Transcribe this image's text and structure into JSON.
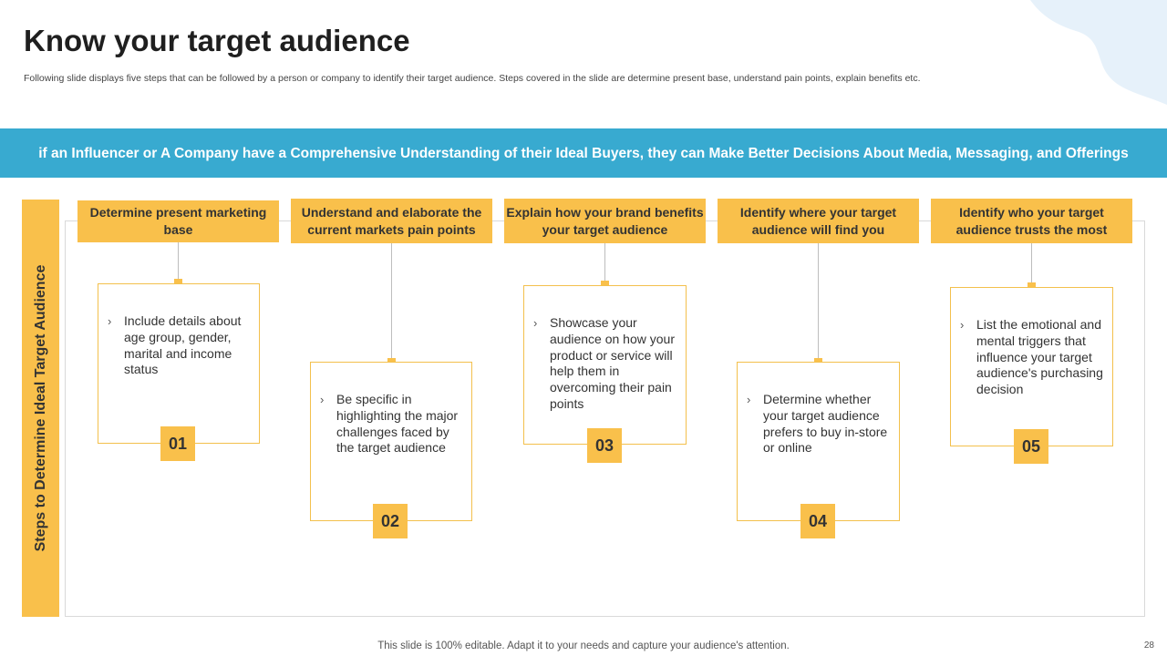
{
  "title": "Know your target audience",
  "subtitle": "Following slide displays five steps that can be followed by a person or company to identify their target audience. Steps covered in the slide are determine present base, understand pain points, explain benefits etc.",
  "banner": "if an Influencer or A Company have a Comprehensive Understanding of their Ideal Buyers, they can Make Better Decisions About Media, Messaging, and Offerings",
  "sidebar_label": "Steps to Determine Ideal Target Audience",
  "steps": [
    {
      "header": "Determine present marketing base",
      "text": "Include details about age group, gender, marital and income status",
      "number": "01"
    },
    {
      "header": "Understand and elaborate the current markets pain points",
      "text": "Be specific in highlighting the major challenges faced by the target audience",
      "number": "02"
    },
    {
      "header": "Explain how your brand benefits your target audience",
      "text": "Showcase your audience on how your product or service will help them in overcoming their pain points",
      "number": "03"
    },
    {
      "header": "Identify where your target audience will find you",
      "text": "Determine whether your target audience prefers to buy in-store or online",
      "number": "04"
    },
    {
      "header": "Identify who your target audience trusts the most",
      "text": "List the emotional and mental triggers that influence your target audience's purchasing decision",
      "number": "05"
    }
  ],
  "bullet_glyph": "›",
  "footer": "This slide is 100% editable. Adapt it to your needs and capture your audience's attention.",
  "page_number": "28",
  "colors": {
    "accent_yellow": "#f9c04b",
    "banner_blue": "#38aad0",
    "blob_blue": "#e6f1fa"
  }
}
